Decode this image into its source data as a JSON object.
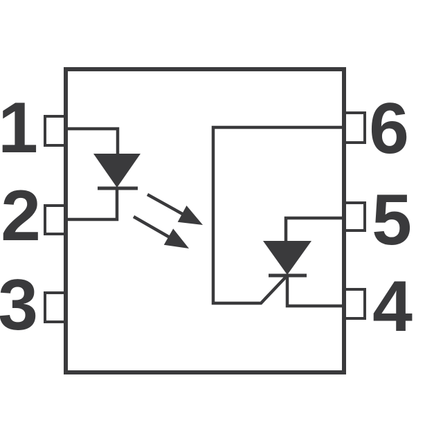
{
  "figure": {
    "type": "optocoupler-schematic-diagram",
    "symbols": [
      "dip-package-outline",
      "pin-pads",
      "led-symbol",
      "light-emission-arrows",
      "photo-scr-symbol"
    ]
  },
  "colors": {
    "ink": "#3a3a3c",
    "background": "#ffffff"
  },
  "pins": {
    "left": [
      "1",
      "2",
      "3"
    ],
    "right": [
      "6",
      "5",
      "4"
    ]
  }
}
